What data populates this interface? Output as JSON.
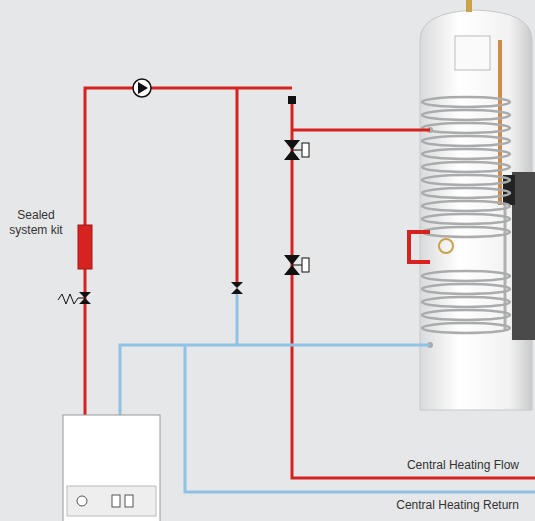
{
  "diagram": {
    "labels": [
      "Sealed system kit",
      "Central Heating Flow",
      "Central Heating Return"
    ]
  }
}
